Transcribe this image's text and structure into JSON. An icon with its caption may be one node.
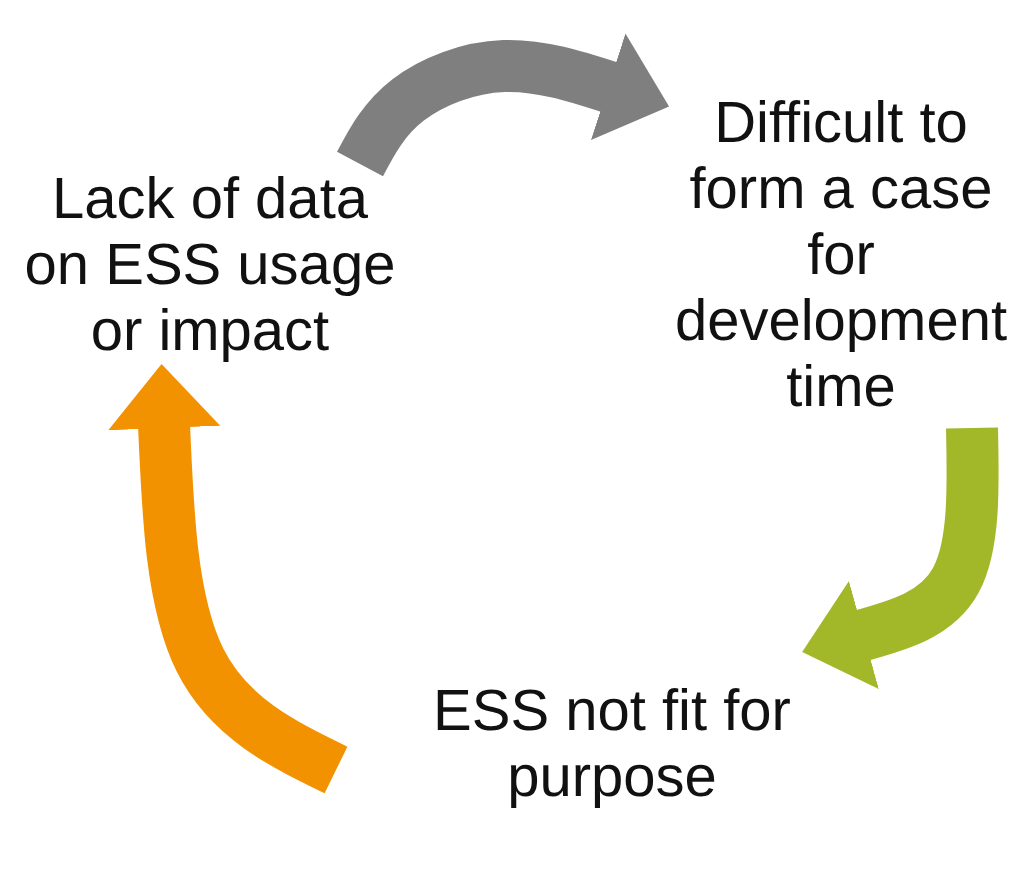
{
  "diagram": {
    "nodes": [
      {
        "text": [
          "Lack of data on ESS usage or impact"
        ]
      },
      {
        "text": [
          "Difficult to form a case for development time"
        ]
      },
      {
        "text": [
          "ESS not fit for purpose"
        ]
      }
    ],
    "edges": [
      {
        "from": 0,
        "to": 1,
        "arrow": "to",
        "color": "#7f7f7f"
      },
      {
        "from": 1,
        "to": 2,
        "arrow": "to",
        "color": "#a2b829"
      },
      {
        "from": 2,
        "to": 0,
        "arrow": "to",
        "color": "#f39200"
      }
    ]
  }
}
